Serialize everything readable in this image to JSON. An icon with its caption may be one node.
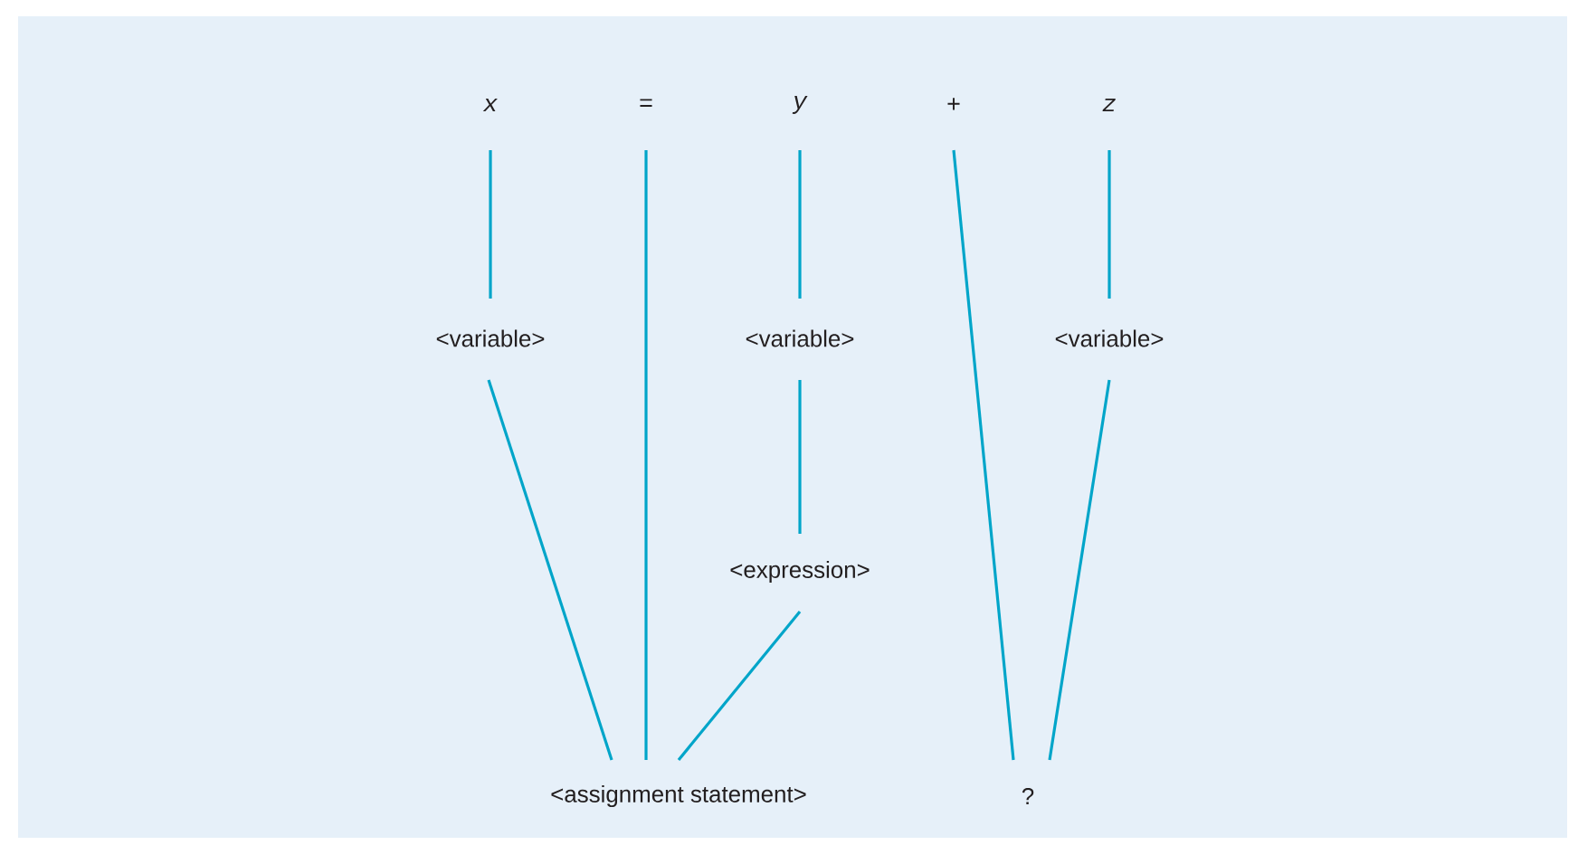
{
  "diagram": {
    "nodes": [
      {
        "text": [
          "x"
        ]
      },
      {
        "text": [
          "="
        ]
      },
      {
        "text": [
          "y"
        ]
      },
      {
        "text": [
          "+"
        ]
      },
      {
        "text": [
          "z"
        ]
      },
      {
        "text": [
          "<variable>"
        ]
      },
      {
        "text": [
          "<variable>"
        ]
      },
      {
        "text": [
          "<variable>"
        ]
      },
      {
        "text": [
          "<expression>"
        ]
      },
      {
        "text": [
          "<assignment statement>"
        ]
      },
      {
        "text": [
          "?"
        ]
      }
    ],
    "edges": [
      {
        "from": 0,
        "to": 5,
        "arrow": "none"
      },
      {
        "from": 2,
        "to": 6,
        "arrow": "none"
      },
      {
        "from": 4,
        "to": 7,
        "arrow": "none"
      },
      {
        "from": 1,
        "to": 9,
        "arrow": "none"
      },
      {
        "from": 5,
        "to": 9,
        "arrow": "none"
      },
      {
        "from": 6,
        "to": 8,
        "arrow": "none"
      },
      {
        "from": 8,
        "to": 9,
        "arrow": "none"
      },
      {
        "from": 3,
        "to": 10,
        "arrow": "none"
      },
      {
        "from": 7,
        "to": 10,
        "arrow": "none"
      }
    ]
  }
}
